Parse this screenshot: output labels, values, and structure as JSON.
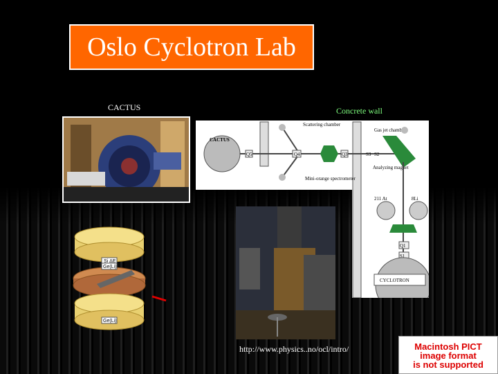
{
  "slide": {
    "title": "Oslo Cyclotron Lab",
    "cactus_label": "CACTUS",
    "concrete_wall_label": "Concrete wall",
    "url": "http://www.physics..no/ocl/intro/"
  },
  "diagram": {
    "cactus": "CACTUS",
    "scattering_chamber": "Scattering chamber",
    "mini_orange": "Mini-orange spectrometer",
    "gas_jet": "Gas jet chamber",
    "analyzing_magnet": "Analyzing magnet",
    "cyclotron": "CYCLOTRON",
    "q5": "Q5",
    "q4": "Q4",
    "q3": "Q3",
    "s3": "S3",
    "s2": "S2",
    "q1": "Q1",
    "s1": "S1",
    "at": "211 At",
    "li": "8Li"
  },
  "detector": {
    "top_label": "Si ΔE",
    "mid_label": "Ge(Li)",
    "bot_label": "Ge(Li)"
  },
  "pict_placeholder": {
    "line1": "Macintosh PICT",
    "line2": "image format",
    "line3": "is not supported"
  },
  "colors": {
    "title_bg": "#ff6600",
    "concrete_label": "#7fff7f",
    "quad_green": "#2a8a3a",
    "pict_text": "#dd0000"
  }
}
